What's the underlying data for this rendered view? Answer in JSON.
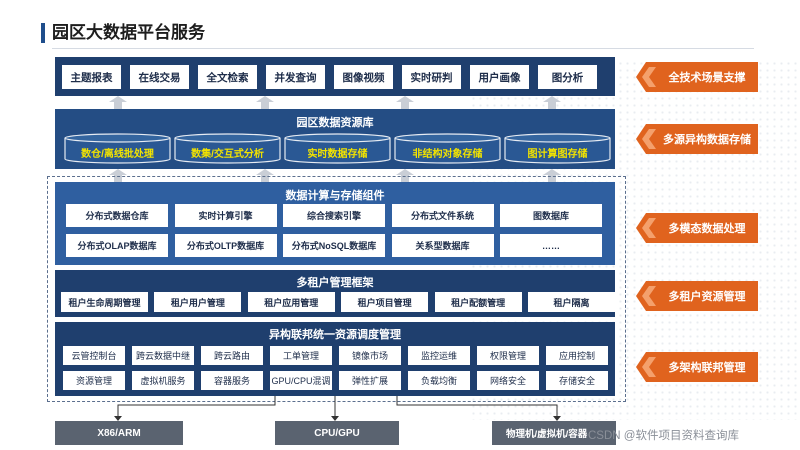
{
  "title": "园区大数据平台服务",
  "top_apps": [
    "主题报表",
    "在线交易",
    "全文检索",
    "并发查询",
    "图像视频",
    "实时研判",
    "用户画像",
    "图分析"
  ],
  "resource_layer": {
    "title": "园区数据资源库",
    "stores": [
      "数仓/离线批处理",
      "数集/交互式分析",
      "实时数据存储",
      "非结构对象存储",
      "图计算图存储"
    ]
  },
  "compute_layer": {
    "title": "数据计算与存储组件",
    "row1": [
      "分布式数据仓库",
      "实时计算引擎",
      "综合搜索引擎",
      "分布式文件系统",
      "图数据库"
    ],
    "row2": [
      "分布式OLAP数据库",
      "分布式OLTP数据库",
      "分布式NoSQL数据库",
      "关系型数据库",
      "……"
    ]
  },
  "tenant_layer": {
    "title": "多租户管理框架",
    "items": [
      "租户生命周期管理",
      "租户用户管理",
      "租户应用管理",
      "租户项目管理",
      "租户配额管理",
      "租户隔离"
    ]
  },
  "federation_layer": {
    "title": "异构联邦统一资源调度管理",
    "row1": [
      "云管控制台",
      "跨云数据中继",
      "跨云路由",
      "工单管理",
      "镜像市场",
      "监控运维",
      "权限管理",
      "应用控制"
    ],
    "row2": [
      "资源管理",
      "虚拟机服务",
      "容器服务",
      "GPU/CPU混调",
      "弹性扩展",
      "负载均衡",
      "网络安全",
      "存储安全"
    ]
  },
  "side_labels": [
    "全技术场景支撑",
    "多源异构数据存储",
    "多模态数据处理",
    "多租户资源管理",
    "多架构联邦管理"
  ],
  "hardware": [
    "X86/ARM",
    "CPU/GPU",
    "物理机/虚拟机/容器"
  ],
  "watermark": "CSDN @软件项目资料查询库",
  "colors": {
    "dark_panel": "#1f3f6e",
    "mid_panel": "#244d84",
    "cylinder_text": "#f2e300",
    "side_arrow": "#e0631e",
    "hardware": "#5a6370"
  }
}
